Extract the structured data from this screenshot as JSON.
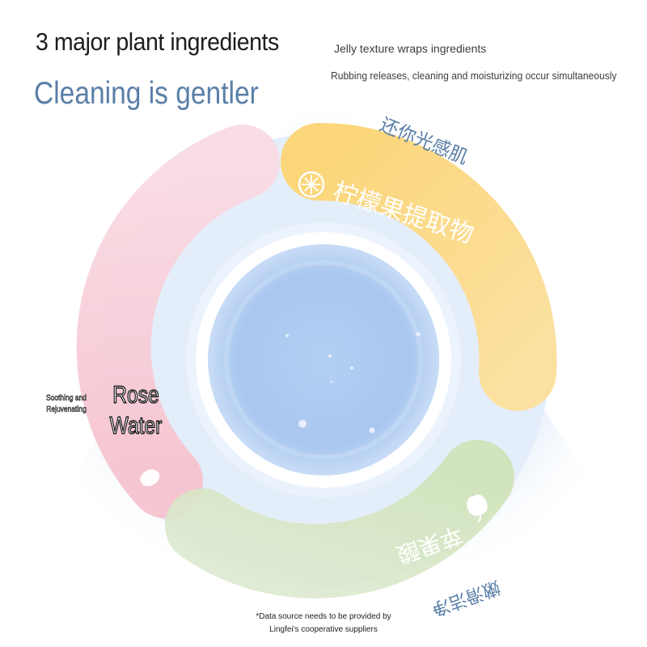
{
  "header": {
    "title": "3 major plant ingredients",
    "subtitle": "Cleaning is gentler",
    "description_line1": "Jelly texture wraps ingredients",
    "description_line2": "Rubbing releases, cleaning and moisturizing occur simultaneously"
  },
  "ring": {
    "lemon_label": "柠檬果提取物",
    "lemon_caption": "还你光感肌",
    "lemon_icon": "lemon-slice-icon",
    "apple_label": "苹果酸",
    "apple_caption": "嫩滑洁净",
    "apple_icon": "apple-icon",
    "rose_label_line1": "Rose",
    "rose_label_line2": "Water",
    "rose_caption": "Soothing and Rejuvenating",
    "rose_icon": "rose-petal-icon"
  },
  "colors": {
    "lemon": "#fbd67a",
    "apple": "#cfe3b6",
    "rose": "#f6c3cf",
    "center": "#b9d4f4",
    "subtitle": "#5a7fa8"
  },
  "footer": {
    "note": "*Data source needs to be provided by Lingfei's cooperative suppliers"
  }
}
